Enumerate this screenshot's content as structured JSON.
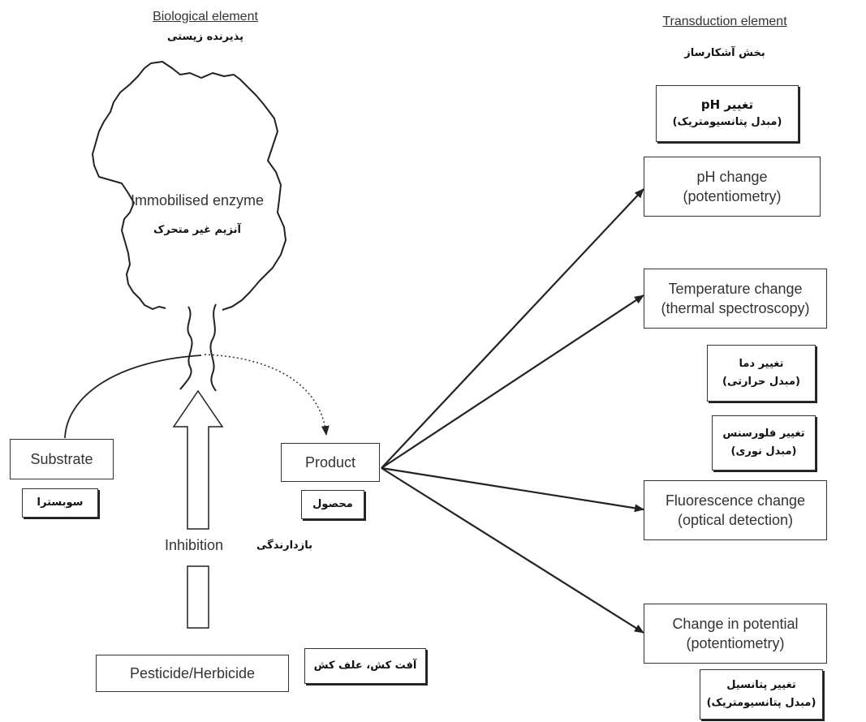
{
  "headers": {
    "biological_en": "Biological element",
    "biological_fa": "پذیرنده زیستی",
    "transduction_en": "Transduction element",
    "transduction_fa": "بخش آشکارساز"
  },
  "enzyme": {
    "en": "Immobilised enzyme",
    "fa": "آنزیم غیر متحرک"
  },
  "left_nodes": {
    "substrate_en": "Substrate",
    "substrate_fa": "سوبسترا",
    "product_en": "Product",
    "product_fa": "محصول",
    "inhibition_en": "Inhibition",
    "inhibition_fa": "بازدارندگی",
    "pesticide_en": "Pesticide/Herbicide",
    "pesticide_fa": "آفت کش، علف کش"
  },
  "transducers": {
    "ph_fa_1": "تغییر pH",
    "ph_fa_2": "(مبدل پتانسیومتریک)",
    "ph_en_1": "pH change",
    "ph_en_2": "(potentiometry)",
    "temp_en_1": "Temperature change",
    "temp_en_2": "(thermal spectroscopy)",
    "temp_fa_1": "تغییر دما",
    "temp_fa_2": "(مبدل حرارتی)",
    "fluor_fa_1": "تغییر فلورسنس",
    "fluor_fa_2": "(مبدل نوری)",
    "fluor_en_1": "Fluorescence change",
    "fluor_en_2": "(optical detection)",
    "pot_en_1": "Change in potential",
    "pot_en_2": "(potentiometry)",
    "pot_fa_1": "تغییر پتانسیل",
    "pot_fa_2": "(مبدل پتانسیومتریک)"
  }
}
